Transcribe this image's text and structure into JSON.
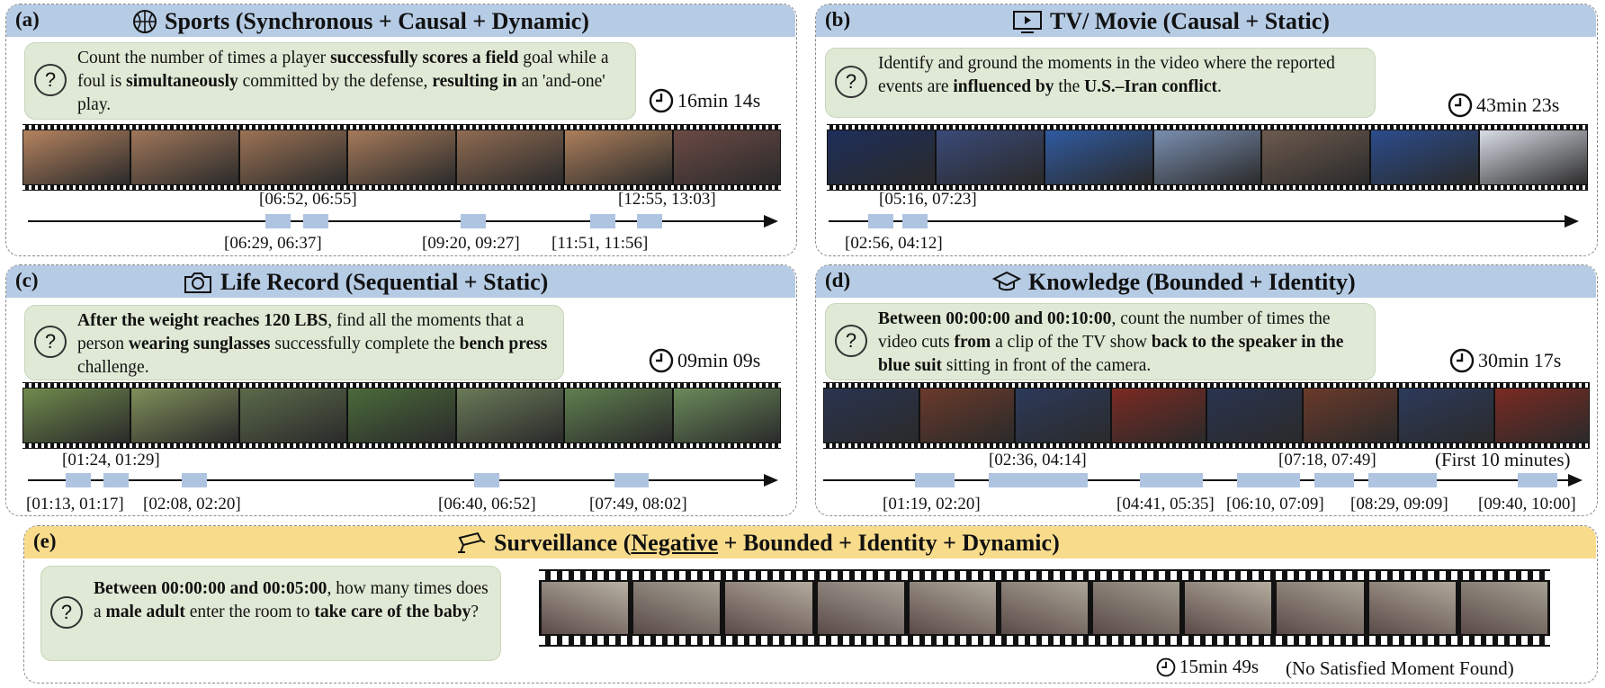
{
  "panels": {
    "a": {
      "tag": "(a)",
      "title": "Sports (Synchronous + Causal + Dynamic)",
      "icon": "basketball-icon",
      "q_parts": [
        {
          "t": "Count the number of times a player ",
          "b": false
        },
        {
          "t": "successfully scores a field",
          "b": true
        },
        {
          "t": " goal while a foul is ",
          "b": false
        },
        {
          "t": "simultaneously",
          "b": true
        },
        {
          "t": " committed by the defense, ",
          "b": false
        },
        {
          "t": "resulting in",
          "b": true
        },
        {
          "t": " an 'and-one' play.",
          "b": false
        }
      ],
      "duration": "16min 14s",
      "labels": [
        "[06:52, 06:55]",
        "[12:55, 13:03]",
        "[06:29, 06:37]",
        "[09:20, 09:27]",
        "[11:51, 11:56]"
      ]
    },
    "b": {
      "tag": "(b)",
      "title": "TV/ Movie (Causal + Static)",
      "icon": "tv-icon",
      "q_parts": [
        {
          "t": "Identify and ground the moments in the video where the reported events are ",
          "b": false
        },
        {
          "t": "influenced by",
          "b": true
        },
        {
          "t": " the ",
          "b": false
        },
        {
          "t": "U.S.–Iran conflict",
          "b": true
        },
        {
          "t": ".",
          "b": false
        }
      ],
      "duration": "43min 23s",
      "labels": [
        "[05:16, 07:23]",
        "[02:56, 04:12]"
      ]
    },
    "c": {
      "tag": "(c)",
      "title": "Life Record (Sequential + Static)",
      "icon": "camera-icon",
      "q_parts": [
        {
          "t": "After the weight reaches 120 LBS",
          "b": true
        },
        {
          "t": ", find all the moments that a person ",
          "b": false
        },
        {
          "t": "wearing sunglasses",
          "b": true
        },
        {
          "t": " successfully complete the ",
          "b": false
        },
        {
          "t": "bench press",
          "b": true
        },
        {
          "t": " challenge.",
          "b": false
        }
      ],
      "duration": "09min 09s",
      "labels": [
        "[01:24, 01:29]",
        "[01:13, 01:17]",
        "[02:08, 02:20]",
        "[06:40, 06:52]",
        "[07:49, 08:02]"
      ]
    },
    "d": {
      "tag": "(d)",
      "title": "Knowledge (Bounded + Identity)",
      "icon": "graduation-cap-icon",
      "q_parts": [
        {
          "t": "Between 00:00:00 and 00:10:00",
          "b": true
        },
        {
          "t": ", count the number of times the video cuts ",
          "b": false
        },
        {
          "t": "from",
          "b": true
        },
        {
          "t": " a clip of the TV show ",
          "b": false
        },
        {
          "t": "back to the speaker in the blue suit",
          "b": true
        },
        {
          "t": " sitting in front of the camera.",
          "b": false
        }
      ],
      "duration": "30min 17s",
      "note": "(First 10 minutes)",
      "labels": [
        "[02:36, 04:14]",
        "[07:18, 07:49]",
        "[01:19, 02:20]",
        "[04:41, 05:35]",
        "[06:10, 07:09]",
        "[08:29, 09:09]",
        "[09:40, 10:00]"
      ]
    },
    "e": {
      "tag": "(e)",
      "title_parts": [
        {
          "t": "Surveillance (",
          "u": false
        },
        {
          "t": "Negative",
          "u": true
        },
        {
          "t": " + Bounded + Identity + Dynamic)",
          "u": false
        }
      ],
      "icon": "cctv-camera-icon",
      "q_parts": [
        {
          "t": "Between 00:00:00 and 00:05:00",
          "b": true
        },
        {
          "t": ", how many times does a ",
          "b": false
        },
        {
          "t": "male adult",
          "b": true
        },
        {
          "t": " enter the room to ",
          "b": false
        },
        {
          "t": "take care of the baby",
          "b": true
        },
        {
          "t": "?",
          "b": false
        }
      ],
      "duration": "15min 49s",
      "note": "(No Satisfied Moment Found)"
    }
  },
  "colors": {
    "header_blue": "#b6cbe4",
    "header_yellow": "#f8dc8c",
    "question_bg": "#dfe9d5",
    "segment": "#aec4e0"
  }
}
